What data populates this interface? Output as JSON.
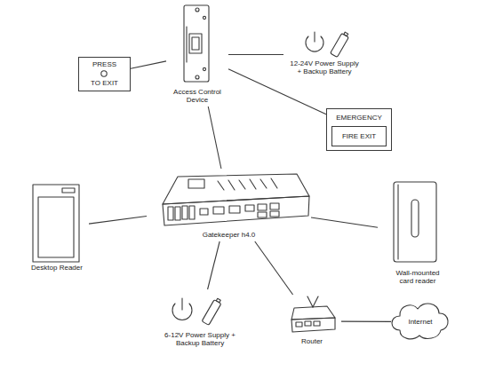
{
  "diagram": {
    "nodes": [
      {
        "text": [
          "PRESS",
          "TO EXIT"
        ]
      },
      {
        "text": [
          "Access Control Device"
        ]
      },
      {
        "text": [
          "12-24V Power Supply + Backup Battery"
        ]
      },
      {
        "text": [
          "EMERGENCY"
        ]
      },
      {
        "text": [
          "FIRE EXIT"
        ],
        "in": 3
      },
      {
        "text": [
          "Desktop Reader"
        ]
      },
      {
        "text": [
          "Gatekeeper h4.0"
        ]
      },
      {
        "text": [
          "Wall-mounted card reader"
        ]
      },
      {
        "text": [
          "6-12V Power Supply + Backup Battery"
        ]
      },
      {
        "text": [
          "Router"
        ]
      },
      {
        "text": [
          "Internet"
        ]
      }
    ],
    "edges": [
      {
        "from": 0,
        "to": 1,
        "arrow": "none"
      },
      {
        "from": 1,
        "to": 2,
        "arrow": "none"
      },
      {
        "from": 1,
        "to": 3,
        "arrow": "none"
      },
      {
        "from": 1,
        "to": 6,
        "arrow": "none"
      },
      {
        "from": 5,
        "to": 6,
        "arrow": "none"
      },
      {
        "from": 6,
        "to": 7,
        "arrow": "none"
      },
      {
        "from": 6,
        "to": 8,
        "arrow": "none"
      },
      {
        "from": 6,
        "to": 9,
        "arrow": "none"
      },
      {
        "from": 9,
        "to": 10,
        "arrow": "none"
      }
    ]
  }
}
